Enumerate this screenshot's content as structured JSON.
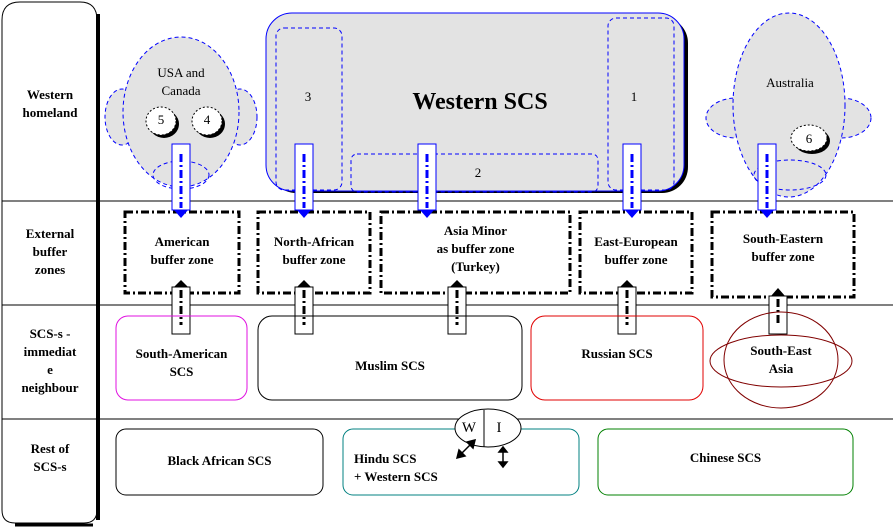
{
  "rows": [
    {
      "label": "Western\nhomeland"
    },
    {
      "label": "External\nbuffer\nzones"
    },
    {
      "label": "SCS-s -\nimmediat\ne\nneighbour\ns"
    },
    {
      "label": "Rest of\nSCS-s"
    }
  ],
  "western": {
    "title": "Western SCS",
    "regions": [
      "1",
      "2",
      "3"
    ],
    "usa": {
      "label": "USA and\nCanada",
      "badges": [
        "5",
        "4"
      ]
    },
    "australia": {
      "label": "Australia",
      "badges": [
        "6"
      ]
    }
  },
  "buffers": [
    {
      "label": "American\nbuffer zone"
    },
    {
      "label": "North-African\nbuffer zone"
    },
    {
      "label": "Asia Minor\nas buffer zone\n(Turkey)"
    },
    {
      "label": "East-European\nbuffer zone"
    },
    {
      "label": "South-Eastern\nbuffer zone"
    }
  ],
  "neighbours": [
    {
      "label": "South-American\nSCS",
      "color": "#e010e0"
    },
    {
      "label": "Muslim SCS",
      "color": "#000000"
    },
    {
      "label": "Russian SCS",
      "color": "#e00000"
    },
    {
      "label": "South-East\nAsia",
      "color": "#800000"
    }
  ],
  "rest": [
    {
      "label": "Black African SCS",
      "color": "#000000"
    },
    {
      "label": "Hindu SCS\n+ Western SCS",
      "color": "#008080"
    },
    {
      "label": "Chinese SCS",
      "color": "#008000"
    }
  ],
  "wi": {
    "w": "W",
    "i": "I"
  },
  "colors": {
    "arrow_blue": "#0000ff",
    "fill_gray": "#e3e3e3"
  }
}
